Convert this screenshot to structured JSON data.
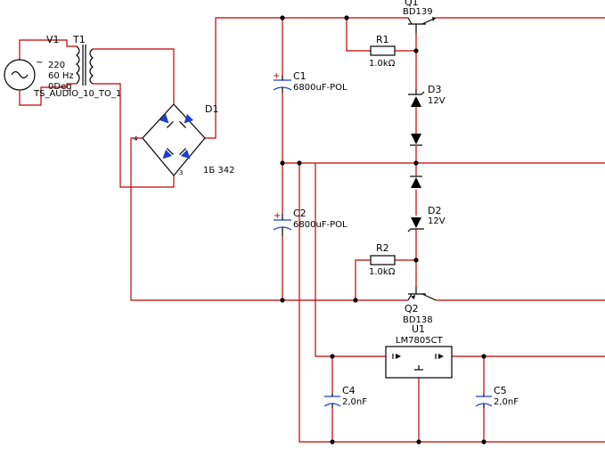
{
  "colors": {
    "wire": "#c00000",
    "component": "#000000",
    "bridge_diode": "#1c3fd0",
    "capacitor": "#1c3fd0"
  },
  "components": {
    "v1": {
      "ref": "V1",
      "line1": "220",
      "line2": "60 Hz",
      "line3": "0Deg"
    },
    "t1": {
      "ref": "T1",
      "model": "TS_AUDIO_10_TO_1"
    },
    "d1": {
      "ref": "D1",
      "model": "1Б 342",
      "pin_plus": "4",
      "pin_minus": "3"
    },
    "c1": {
      "ref": "C1",
      "value": "6800uF-POL",
      "polarity": "+"
    },
    "c2": {
      "ref": "C2",
      "value": "6800uF-POL",
      "polarity": "+"
    },
    "q1": {
      "ref": "Q1",
      "model": "BD139"
    },
    "q2": {
      "ref": "Q2",
      "model": "BD138"
    },
    "r1": {
      "ref": "R1",
      "value": "1.0kΩ"
    },
    "r2": {
      "ref": "R2",
      "value": "1.0kΩ"
    },
    "d3": {
      "ref": "D3",
      "value": "12V"
    },
    "d2": {
      "ref": "D2",
      "value": "12V"
    },
    "u1": {
      "ref": "U1",
      "model": "LM7805CT"
    },
    "c4": {
      "ref": "C4",
      "value": "2,0nF"
    },
    "c5": {
      "ref": "C5",
      "value": "2,0nF"
    }
  }
}
